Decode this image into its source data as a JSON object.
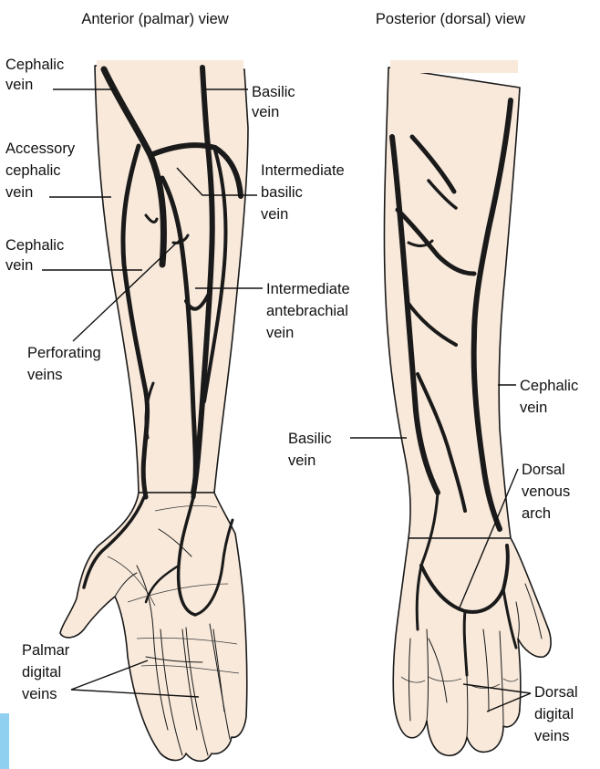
{
  "views": {
    "anterior": "Anterior (palmar) view",
    "posterior": "Posterior (dorsal) view"
  },
  "labels": {
    "ant_cephalic_upper": [
      "Cephalic",
      "vein"
    ],
    "ant_basilic": [
      "Basilic",
      "vein"
    ],
    "ant_accessory_cephalic": [
      "Accessory",
      "cephalic",
      "vein"
    ],
    "ant_intermediate_basilic": [
      "Intermediate",
      "basilic",
      "vein"
    ],
    "ant_cephalic_lower": [
      "Cephalic",
      "vein"
    ],
    "ant_intermediate_antebrachial": [
      "Intermediate",
      "antebrachial",
      "vein"
    ],
    "ant_perforating": [
      "Perforating",
      "veins"
    ],
    "ant_palmar_digital": [
      "Palmar",
      "digital",
      "veins"
    ],
    "post_cephalic": [
      "Cephalic",
      "vein"
    ],
    "post_basilic": [
      "Basilic",
      "vein"
    ],
    "post_dorsal_arch": [
      "Dorsal",
      "venous",
      "arch"
    ],
    "post_dorsal_digital": [
      "Dorsal",
      "digital",
      "veins"
    ]
  },
  "colors": {
    "skin": "#f8e9da",
    "vein": "#1a1a1a",
    "corner_tab": "#8fd0f0"
  }
}
